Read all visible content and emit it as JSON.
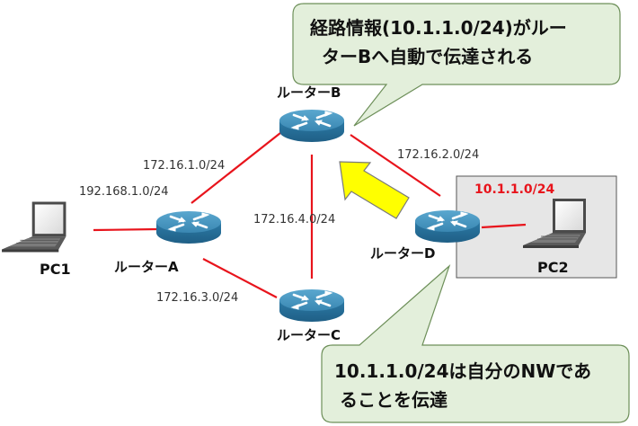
{
  "routers": {
    "a": {
      "label": "ルーターA"
    },
    "b": {
      "label": "ルーターB"
    },
    "c": {
      "label": "ルーターC"
    },
    "d": {
      "label": "ルーターD"
    }
  },
  "pcs": {
    "pc1": {
      "label": "PC1"
    },
    "pc2": {
      "label": "PC2"
    }
  },
  "networks": {
    "pc1_a": "192.168.1.0/24",
    "a_b": "172.16.1.0/24",
    "b_d": "172.16.2.0/24",
    "a_c": "172.16.3.0/24",
    "b_c": "172.16.4.0/24",
    "pc2_net": "10.1.1.0/24"
  },
  "callouts": {
    "top": {
      "line1": "経路情報(10.1.1.0/24)がルー",
      "line2": "ターBへ自動で伝達される"
    },
    "bottom": {
      "line1": "10.1.1.0/24は自分のNWであ",
      "line2": "ることを伝達"
    }
  },
  "colors": {
    "link": "#e8141c",
    "router_top": "#3f8fb8",
    "router_side": "#2a6f98",
    "callout_fill": "#e3efdb",
    "callout_stroke": "#6d8f59",
    "arrow_fill": "#ffff00",
    "arrow_stroke": "#7a7a7a",
    "pc2_box": "#e6e6e6"
  }
}
